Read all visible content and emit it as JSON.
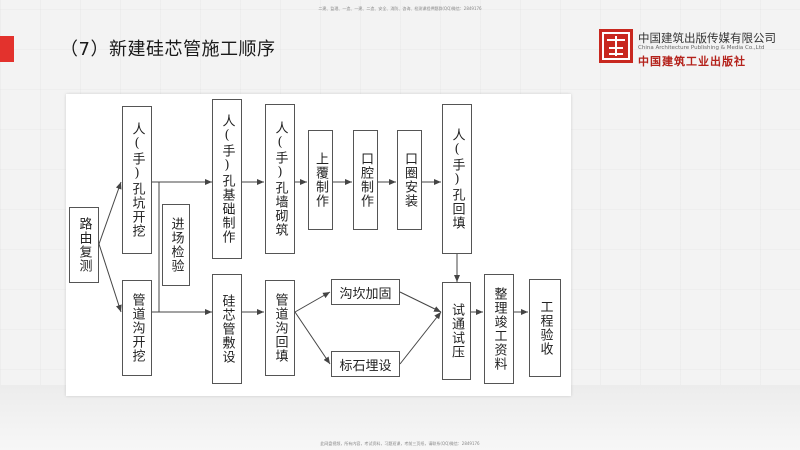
{
  "header": {
    "top_note": "二建、监理、一造、一建、二造、安全、消防、咨询、检测课程押题群(QQ)微信：2849176",
    "title": "（7）新建硅芯管施工顺序",
    "bottom_note": "此网盘视频，所有内容，考试资料，习题班课，考前三页纸，请联系(QQ)微信：2849176"
  },
  "logo": {
    "name_cn": "中国建筑出版传媒有限公司",
    "name_en": "China Architecture Publishing & Media Co.,Ltd",
    "name_cn_alt": "中国建筑工业出版社"
  },
  "flowchart": {
    "start": "路由复测",
    "upper_chain": [
      "人(手)孔坑开挖",
      "人(手)孔基础制作",
      "人(手)孔墙砌筑",
      "上覆制作",
      "口腔制作",
      "口圈安装",
      "人(手)孔回填"
    ],
    "mid_node": "进场检验",
    "lower_chain": [
      "管道沟开挖",
      "硅芯管敷设",
      "管道沟回填"
    ],
    "branch_nodes": [
      "沟坎加固",
      "标石埋设"
    ],
    "tail_chain": [
      "试通试压",
      "整理竣工资料",
      "工程验收"
    ]
  }
}
